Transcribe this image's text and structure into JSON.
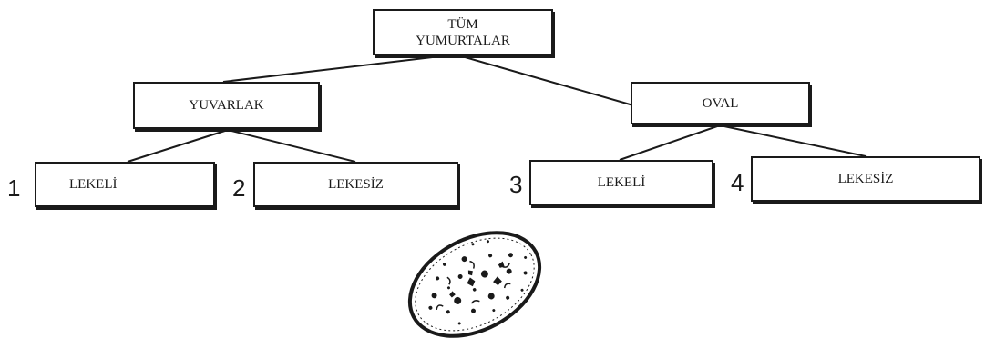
{
  "root": {
    "line1": "TÜM",
    "line2": "YUMURTALAR"
  },
  "level1": [
    {
      "label": "YUVARLAK"
    },
    {
      "label": "OVAL"
    }
  ],
  "level2": [
    {
      "number": "1",
      "label": "LEKELİ"
    },
    {
      "number": "2",
      "label": "LEKESİZ"
    },
    {
      "number": "3",
      "label": "LEKELİ"
    },
    {
      "number": "4",
      "label": "LEKESİZ"
    }
  ],
  "colors": {
    "ink": "#1a1a1a",
    "background": "#ffffff"
  },
  "icons": {
    "egg": "spotted-oval-egg-icon"
  }
}
